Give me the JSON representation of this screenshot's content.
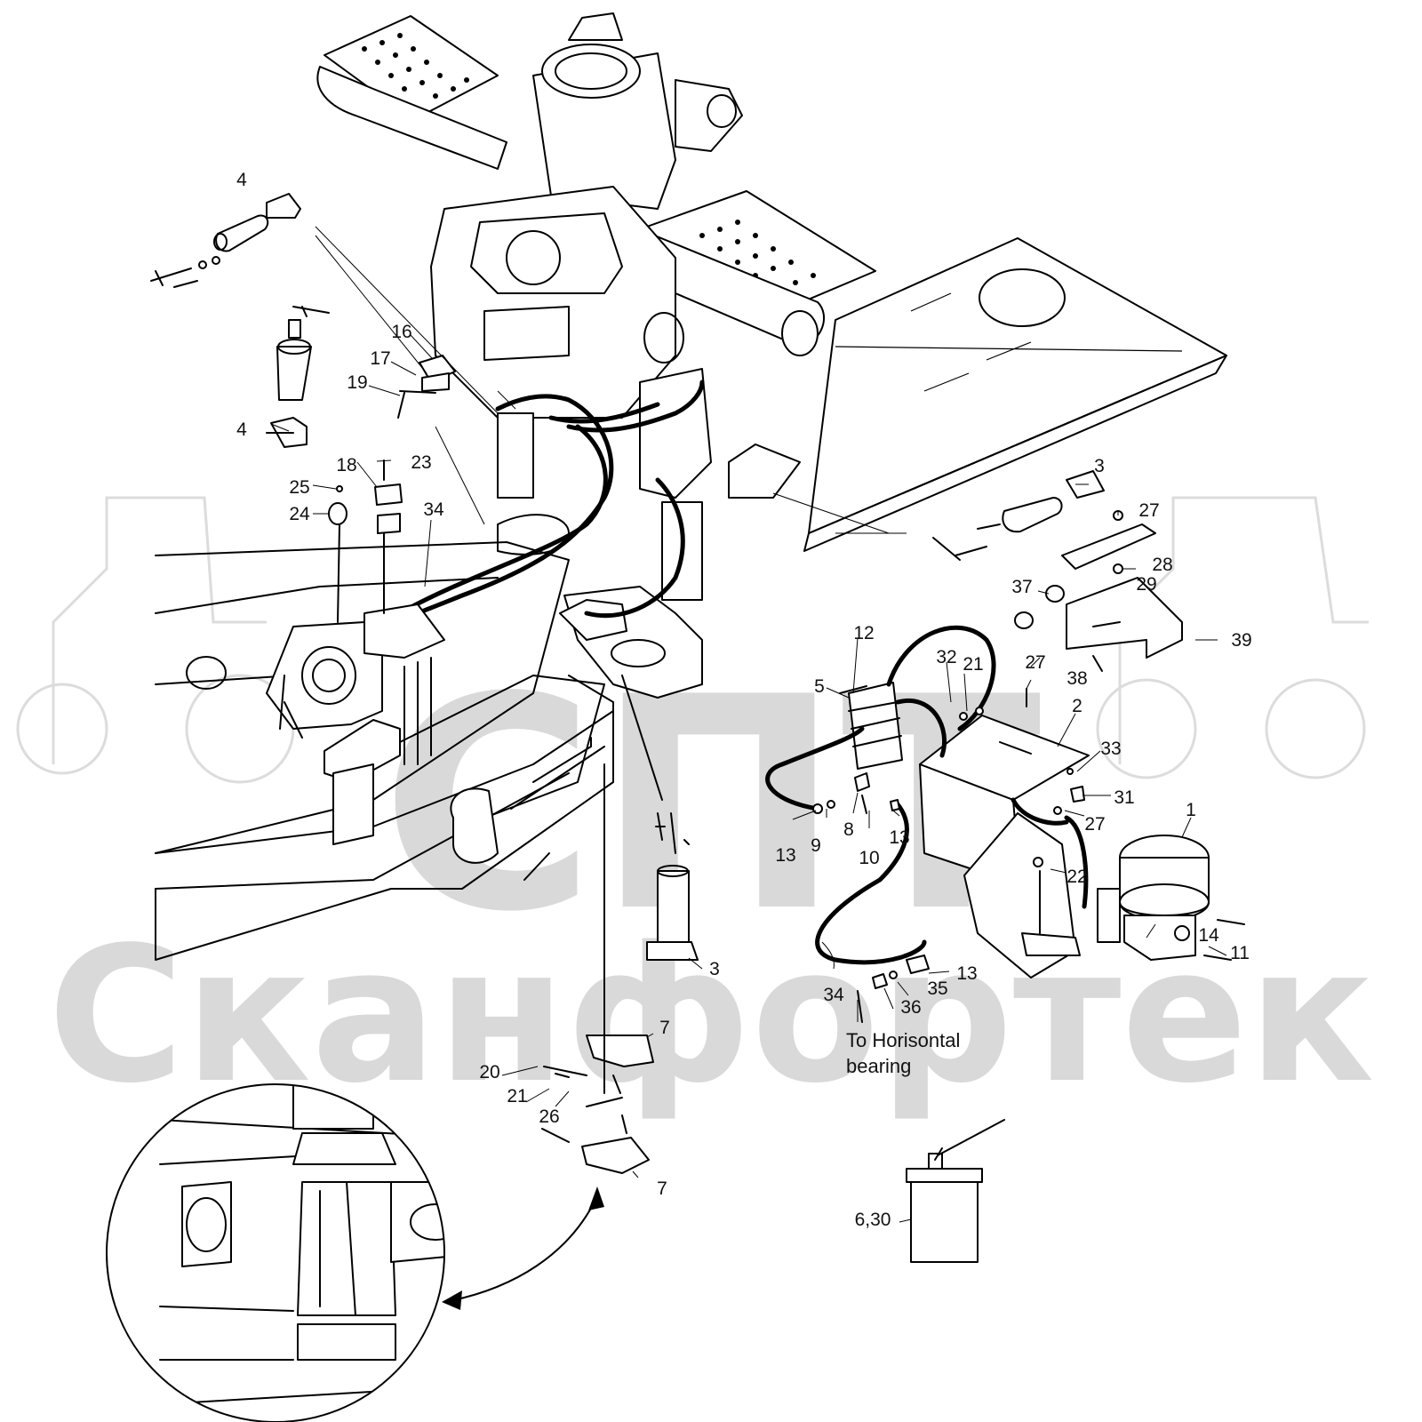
{
  "watermark": {
    "brand": "СПТ",
    "company": "Сканфортек",
    "watermark_color": "#d9d9d9"
  },
  "diagram": {
    "note_line1": "To Horisontal",
    "note_line2": "bearing",
    "labels": [
      {
        "id": "lbl-1",
        "text": "1"
      },
      {
        "id": "lbl-2",
        "text": "2"
      },
      {
        "id": "lbl-3a",
        "text": "3"
      },
      {
        "id": "lbl-3b",
        "text": "3"
      },
      {
        "id": "lbl-4a",
        "text": "4"
      },
      {
        "id": "lbl-4b",
        "text": "4"
      },
      {
        "id": "lbl-5",
        "text": "5"
      },
      {
        "id": "lbl-6-30",
        "text": "6,30"
      },
      {
        "id": "lbl-7a",
        "text": "7"
      },
      {
        "id": "lbl-7b",
        "text": "7"
      },
      {
        "id": "lbl-8",
        "text": "8"
      },
      {
        "id": "lbl-9",
        "text": "9"
      },
      {
        "id": "lbl-10",
        "text": "10"
      },
      {
        "id": "lbl-11",
        "text": "11"
      },
      {
        "id": "lbl-12",
        "text": "12"
      },
      {
        "id": "lbl-13a",
        "text": "13"
      },
      {
        "id": "lbl-13b",
        "text": "13"
      },
      {
        "id": "lbl-13c",
        "text": "13"
      },
      {
        "id": "lbl-14",
        "text": "14"
      },
      {
        "id": "lbl-16",
        "text": "16"
      },
      {
        "id": "lbl-17",
        "text": "17"
      },
      {
        "id": "lbl-18",
        "text": "18"
      },
      {
        "id": "lbl-19",
        "text": "19"
      },
      {
        "id": "lbl-20",
        "text": "20"
      },
      {
        "id": "lbl-21a",
        "text": "21"
      },
      {
        "id": "lbl-21b",
        "text": "21"
      },
      {
        "id": "lbl-22",
        "text": "22"
      },
      {
        "id": "lbl-23",
        "text": "23"
      },
      {
        "id": "lbl-24",
        "text": "24"
      },
      {
        "id": "lbl-25",
        "text": "25"
      },
      {
        "id": "lbl-26",
        "text": "26"
      },
      {
        "id": "lbl-27a",
        "text": "27"
      },
      {
        "id": "lbl-27b",
        "text": "27"
      },
      {
        "id": "lbl-27c",
        "text": "27"
      },
      {
        "id": "lbl-28",
        "text": "28"
      },
      {
        "id": "lbl-29",
        "text": "29"
      },
      {
        "id": "lbl-31",
        "text": "31"
      },
      {
        "id": "lbl-32",
        "text": "32"
      },
      {
        "id": "lbl-33",
        "text": "33"
      },
      {
        "id": "lbl-34a",
        "text": "34"
      },
      {
        "id": "lbl-34b",
        "text": "34"
      },
      {
        "id": "lbl-35",
        "text": "35"
      },
      {
        "id": "lbl-36",
        "text": "36"
      },
      {
        "id": "lbl-37",
        "text": "37"
      },
      {
        "id": "lbl-38",
        "text": "38"
      },
      {
        "id": "lbl-39",
        "text": "39"
      }
    ]
  }
}
